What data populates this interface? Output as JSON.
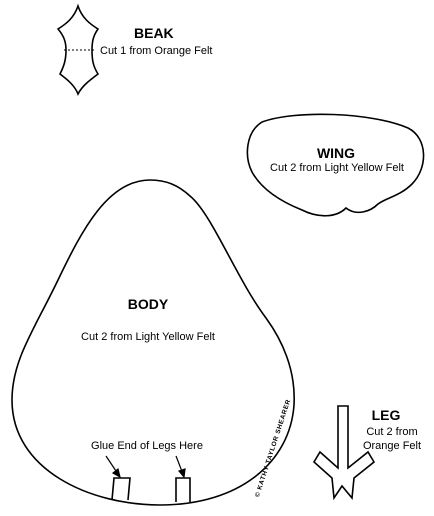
{
  "beak": {
    "title": "BEAK",
    "instruction": "Cut 1 from Orange Felt"
  },
  "wing": {
    "title": "WING",
    "instruction": "Cut 2 from Light Yellow Felt"
  },
  "body": {
    "title": "BODY",
    "instruction": "Cut 2 from Light Yellow Felt",
    "glue_note": "Glue End of Legs Here"
  },
  "leg": {
    "title": "LEG",
    "instruction_line1": "Cut 2  from",
    "instruction_line2": "Orange Felt"
  },
  "credit": "© KATHY TAYLOR SHEARER",
  "colors": {
    "line": "#000000",
    "background": "#ffffff"
  }
}
